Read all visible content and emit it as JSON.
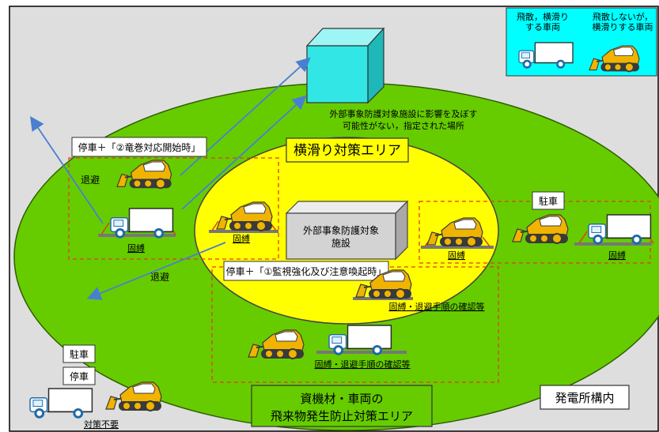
{
  "legend": {
    "item1_line1": "飛散，横滑り",
    "item1_line2": "する車両",
    "item2_line1": "飛散しないが，",
    "item2_line2": "横滑りする車両"
  },
  "facility_label_line1": "外部事象防護対象施設に影響を及ぼす",
  "facility_label_line2": "可能性がない，指定された場所",
  "outer_zone_label_line1": "資機材・車両の",
  "outer_zone_label_line2": "飛来物発生防止対策エリア",
  "inner_zone_label": "横滑り対策エリア",
  "target_facility_line1": "外部事象防護対象",
  "target_facility_line2": "施設",
  "site_label": "発電所構内",
  "box_tornado_start": "停車＋「②竜巻対応開始時」",
  "box_monitoring": "停車＋「①監視強化及び注意喚起時」",
  "evac_upper": "退避",
  "evac_lower": "退避",
  "left_truck_caption": "固縛",
  "inner_bulldozer_caption": "固縛",
  "right_inner_caption": "固縛",
  "right_outer_caption": "固縛",
  "right_parking": "駐車",
  "mid_bulldozer_caption": "固縛・退避手順の確認等",
  "lower_group_caption": "固縛・退避手順の確認等",
  "left_parking": "駐車",
  "left_stop": "停車",
  "no_measure": "対策不要",
  "colors": {
    "outer_zone": "#66cc00",
    "inner_zone": "#ffff00",
    "cube": "#33e6e6",
    "legend_bg": "#00ffff",
    "arrow": "#4a7fd0",
    "dashed": "#e03c1e",
    "bulldozer": "#f0b400"
  }
}
